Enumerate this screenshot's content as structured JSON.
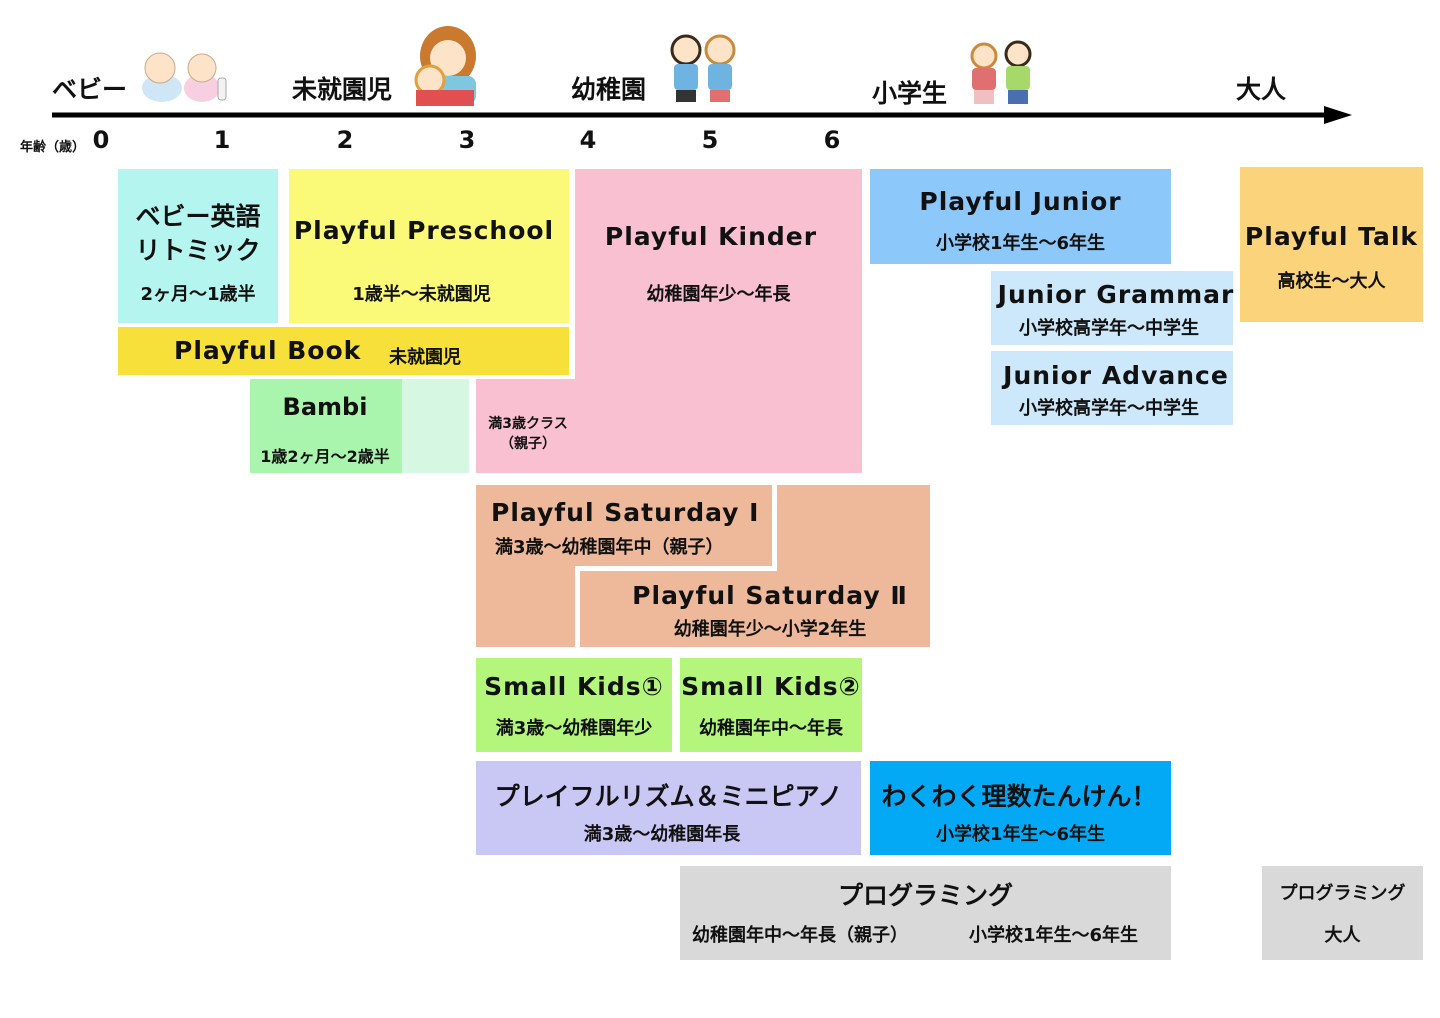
{
  "timeline": {
    "stages": [
      "ベビー",
      "未就園児",
      "幼稚園",
      "小学生",
      "大人"
    ],
    "axis_label": "年齢（歳）",
    "ticks": [
      "0",
      "1",
      "2",
      "3",
      "4",
      "5",
      "6"
    ]
  },
  "programs": {
    "baby_eigo": {
      "title_1": "ベビー英語",
      "title_2": "リトミック",
      "sub": "2ヶ月〜1歳半"
    },
    "preschool": {
      "title": "Playful  Preschool",
      "sub": "1歳半〜未就園児"
    },
    "kinder": {
      "title": "Playful  Kinder",
      "sub": "幼稚園年少〜年長"
    },
    "book": {
      "title": "Playful  Book",
      "sub": "未就園児"
    },
    "bambi": {
      "title": "Bambi",
      "sub": "1歳2ヶ月〜2歳半"
    },
    "man3": {
      "line_1": "満3歳クラス",
      "line_2": "（親子）"
    },
    "junior": {
      "title": "Playful  Junior",
      "sub": "小学校1年生〜6年生"
    },
    "grammar": {
      "title": "Junior  Grammar",
      "sub": "小学校高学年〜中学生"
    },
    "advance": {
      "title": "Junior  Advance",
      "sub": "小学校高学年〜中学生"
    },
    "talk": {
      "title": "Playful  Talk",
      "sub": "高校生〜大人"
    },
    "saturday1": {
      "title": "Playful  Saturday Ⅰ",
      "sub": "満3歳〜幼稚園年中（親子）"
    },
    "saturday2": {
      "title": "Playful  Saturday Ⅱ",
      "sub": "幼稚園年少〜小学2年生"
    },
    "smallkids1": {
      "title": "Small  Kids①",
      "sub": "満3歳〜幼稚園年少"
    },
    "smallkids2": {
      "title": "Small  Kids②",
      "sub": "幼稚園年中〜年長"
    },
    "rhythm": {
      "title": "プレイフルリズム＆ミニピアノ",
      "sub": "満3歳〜幼稚園年長"
    },
    "rika": {
      "title": "わくわく理数たんけん！",
      "sub": "小学校1年生〜6年生"
    },
    "programming": {
      "title": "プログラミング",
      "sub_1": "幼稚園年中〜年長（親子）",
      "sub_2": "小学校1年生〜6年生"
    },
    "programming_adult": {
      "title": "プログラミング",
      "sub": "大人"
    }
  },
  "colors": {
    "baby": "#b5f5f0",
    "preschool": "#fafa78",
    "kinder": "#f9c0d1",
    "book": "#f7e03a",
    "bambi": "#a9f5ad",
    "bambi_light": "#d6f8e2",
    "junior": "#8dc8fa",
    "junior_light": "#cde8fb",
    "talk": "#fbd37a",
    "saturday": "#eeb89a",
    "smallkids": "#b4f67c",
    "rhythm": "#c9c7f4",
    "rika": "#03a9f4",
    "programming": "#d9d9d9"
  }
}
